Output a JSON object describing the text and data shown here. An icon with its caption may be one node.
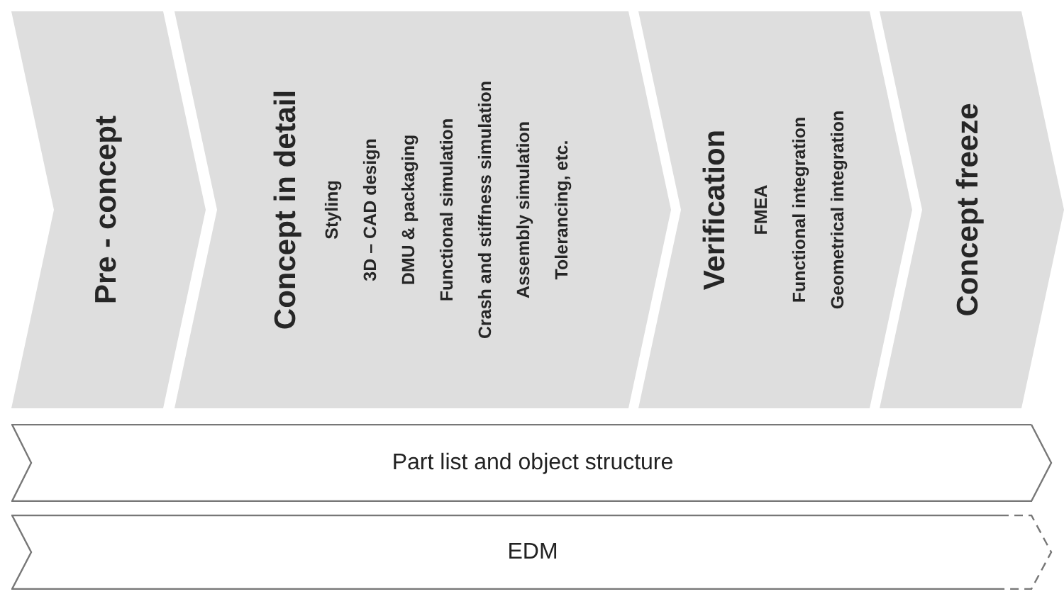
{
  "diagram": {
    "nodes": [
      {
        "text": [
          "Pre - concept"
        ]
      },
      {
        "text": [
          "Concept in detail",
          "Styling",
          "3D – CAD design",
          "DMU & packaging",
          "Functional simulation",
          "Crash and stiffness simulation",
          "Assembly simulation",
          "Tolerancing, etc."
        ]
      },
      {
        "text": [
          "Verification",
          "FMEA",
          "Functional integration",
          "Geometrical integration"
        ]
      },
      {
        "text": [
          "Concept freeze"
        ]
      },
      {
        "text": [
          "Part list and object structure"
        ]
      },
      {
        "text": [
          "EDM"
        ]
      }
    ],
    "edges": []
  }
}
